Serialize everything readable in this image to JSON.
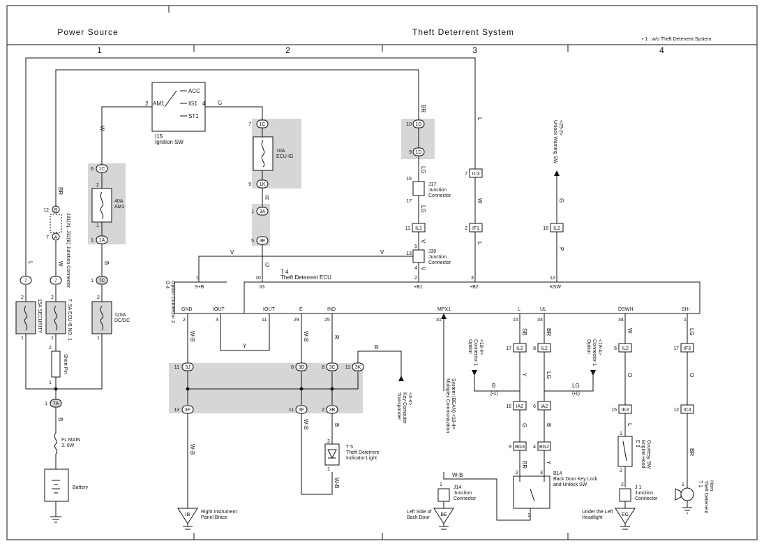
{
  "header": {
    "power_source": "Power Source",
    "system": "Theft Deterrent System",
    "note": "• 1 : w/o Theft Deterrent System",
    "columns": [
      "1",
      "2",
      "3",
      "4"
    ]
  },
  "ignition": {
    "name": "I15",
    "sub": "Ignition SW",
    "pins": {
      "acc": "ACC",
      "ig1": "IG1",
      "st1": "ST1",
      "am1": "AM1",
      "p2": "2",
      "p4": "4"
    }
  },
  "fuses": {
    "ecu_ig": [
      "10A",
      "ECU-IG"
    ],
    "am1": [
      "40A",
      "AM1"
    ],
    "security": "15A SECURITY",
    "ecu_b": "7. 5A ECU-B NO. 1",
    "dcdc": [
      "120A",
      "DC/DC"
    ],
    "fl_main": [
      "FL MAIN",
      "3. 0W"
    ]
  },
  "connectors": {
    "c1C": "1C",
    "c1K": "1K",
    "c3A": "3A",
    "c3E": "3E",
    "c1G": "1G",
    "c1D": "1D",
    "c1C_b": "1C",
    "c1A": "1A",
    "c7C": "7C",
    "c7A": "7A",
    "c7": "7",
    "c7b": "7",
    "cIC3": "IC3",
    "cIF1": "IF1",
    "cIL1": "IL1",
    "cIL2a": "IL2",
    "c3J": "3J",
    "c3D": "3D",
    "c3C": "3C",
    "c3K": "3K",
    "c3F": "3F",
    "c3Fb": "3F",
    "c3B": "3B",
    "cIL2b": "IL2",
    "cIL2c": "IL2",
    "cIL2d": "IL2",
    "cIF3": "IF3",
    "cIA2a": "IA2",
    "cIA2b": "IA2",
    "cBG3": "BG3",
    "cBG2": "BG2",
    "cIK3": "IK3",
    "cIC4": "IC4",
    "cB": "B",
    "cA": "A"
  },
  "junctions": {
    "j17": [
      "J17",
      "Junction",
      "Connector"
    ],
    "j30": [
      "J30",
      "Junction",
      "Connector"
    ],
    "j14": [
      "J14",
      "Junction",
      "Connector"
    ],
    "j1": [
      "J 1",
      "Junction",
      "Connector"
    ],
    "j31": "J31(A), J32(B) Junction Connector"
  },
  "ecu": {
    "name": "T 4",
    "sub": "Theft Deterrent ECU",
    "top_pins": [
      {
        "num": "1",
        "name": "S+B"
      },
      {
        "num": "10",
        "name": "IG"
      },
      {
        "num": "2",
        "name": "+B1"
      },
      {
        "num": "3",
        "name": "+B2"
      },
      {
        "num": "12",
        "name": "KSW"
      }
    ],
    "bottom_pins": [
      {
        "num": "2",
        "name": "GND"
      },
      {
        "num": "3",
        "name": "IOUT"
      },
      {
        "num": "11",
        "name": "IOUT"
      },
      {
        "num": "29",
        "name": "E"
      },
      {
        "num": "25",
        "name": "IND"
      },
      {
        "num": "31",
        "name": "MPX1"
      },
      {
        "num": "15",
        "name": "L"
      },
      {
        "num": "33",
        "name": "UL"
      },
      {
        "num": "34",
        "name": "DSWH"
      },
      {
        "num": "1",
        "name": "SH-"
      }
    ]
  },
  "option_connector": [
    "O 4",
    "Option Connector 2"
  ],
  "wire_colors": {
    "g": "G",
    "w": "W",
    "br": "BR",
    "l": "L",
    "lg": "LG",
    "r": "R",
    "v": "V",
    "b": "B",
    "y": "Y",
    "wb": "W-B",
    "p": "P",
    "sb": "SB",
    "o": "O"
  },
  "components": {
    "indicator": [
      "T 5",
      "Theft Deterrent",
      "Indicator Light"
    ],
    "back_door_sw": [
      "B14",
      "Back Door Key Lock",
      "and Unlock SW"
    ],
    "hood_sw": [
      "E 3",
      "Engine Hood",
      "Courtesy SW"
    ],
    "horn": [
      "T 1",
      "Theft Deterrent",
      "Horn"
    ],
    "battery": "Battery",
    "short_pin": "Short Pin"
  },
  "grounds": {
    "ib": {
      "code": "IB",
      "label": [
        "Right Instrument",
        "Panel Brace"
      ]
    },
    "be": {
      "code": "BE",
      "label": [
        "Left Side of",
        "Back Door"
      ]
    },
    "eg": {
      "code": "EG",
      "label": [
        "Under the Left",
        "Headlight"
      ]
    }
  },
  "refs": {
    "unlock_warning": [
      "Unlock Warning SW",
      "<25-2>"
    ],
    "transponder": [
      "Transponder",
      "Key Computer",
      "<4-4>"
    ],
    "multiplex": [
      "Multiplex Communication",
      "System (BEAN) <18-4>"
    ],
    "opt1_left": [
      "Option",
      "Connector 1",
      "<18-4>"
    ],
    "opt1_right": [
      "Option",
      "Connector 1",
      "<18-4>"
    ],
    "star1": "(•1)"
  }
}
